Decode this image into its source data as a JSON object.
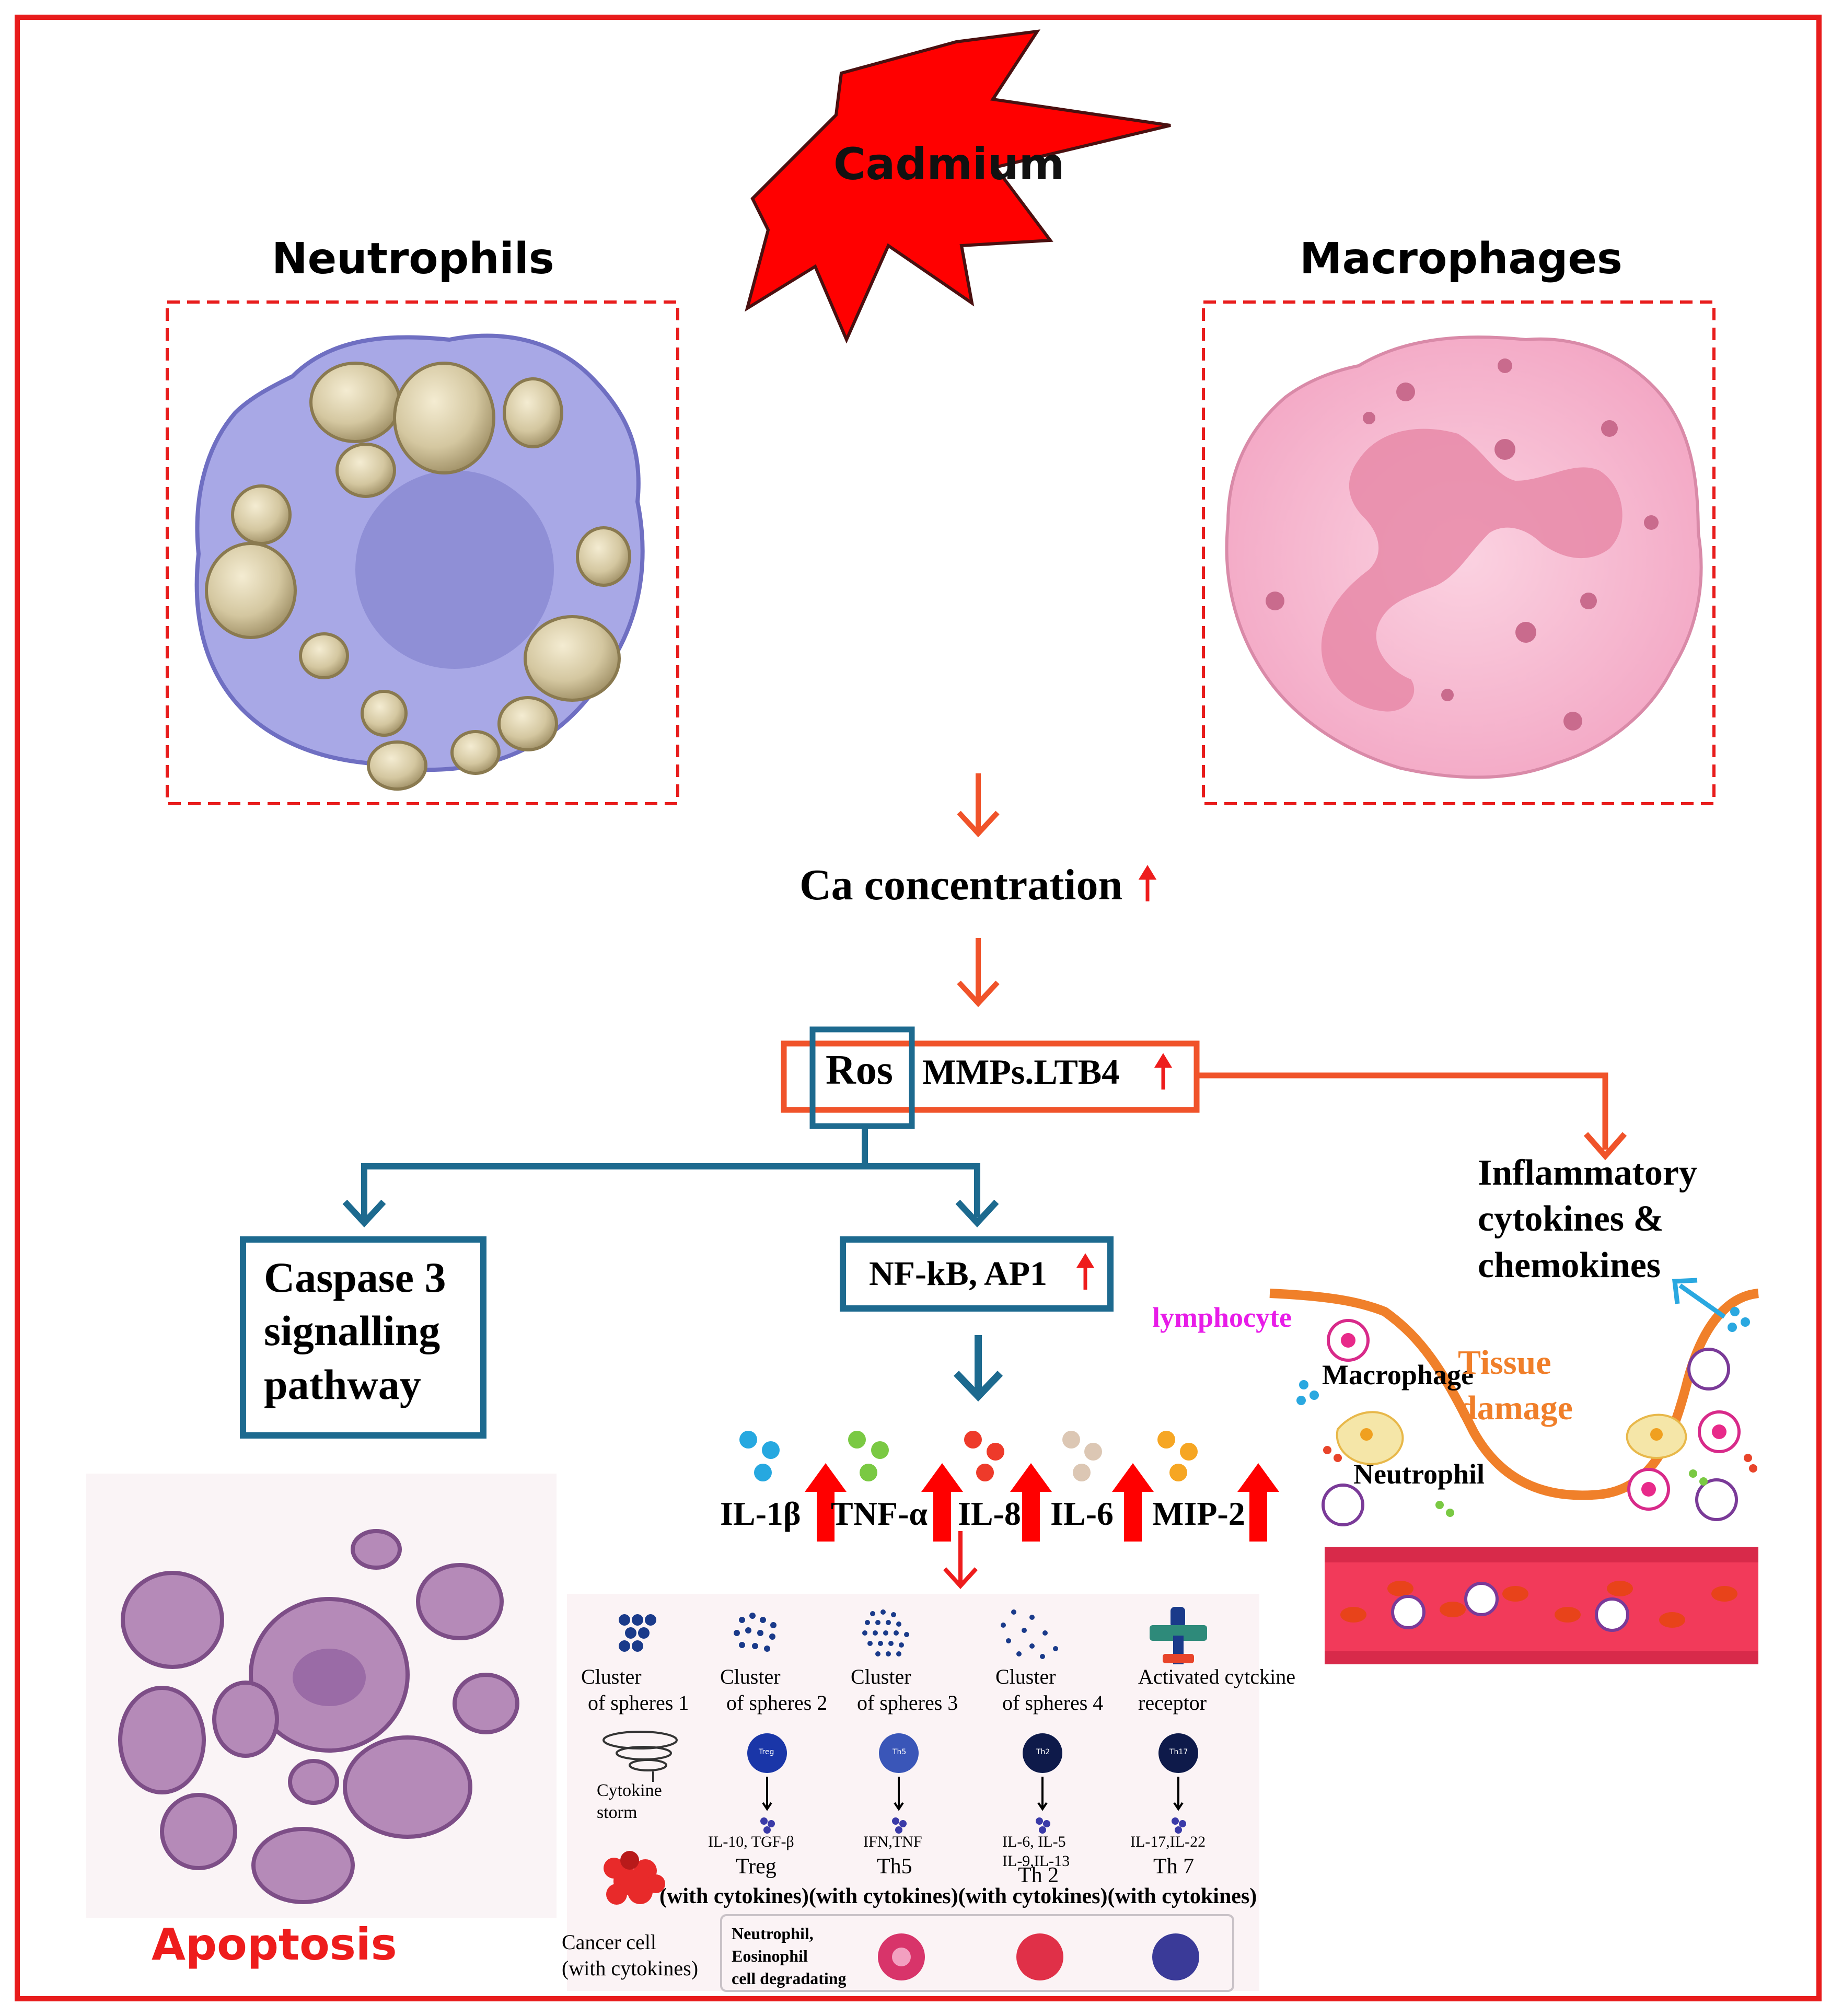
{
  "cadmium": "Cadmium",
  "neutrophils_title": "Neutrophils",
  "macrophages_title": "Macrophages",
  "ca_concentration": "Ca concentration",
  "ros": "Ros",
  "mmps_ltb4": "MMPs.LTB4",
  "caspase": {
    "line1": "Caspase 3",
    "line2": "signalling",
    "line3": "pathway"
  },
  "nfkb": "NF-kB, AP1",
  "inflammatory": {
    "line1": "Inflammatory",
    "line2": "cytokines &",
    "line3": "chemokines"
  },
  "tissue_panel": {
    "lymphocyte": "lymphocyte",
    "macrophage": "Macrophage",
    "tissue": "Tissue",
    "damage": "damage",
    "neutrophil": "Neutrophil"
  },
  "cytokines": [
    "IL-1β",
    "TNF-α",
    "IL-8",
    "IL-6",
    "MIP-2"
  ],
  "apoptosis": "Apoptosis",
  "legend": {
    "clusters": [
      {
        "line1": "Cluster",
        "line2": "of spheres 1"
      },
      {
        "line1": "Cluster",
        "line2": "of spheres 2"
      },
      {
        "line1": "Cluster",
        "line2": "of spheres 3"
      },
      {
        "line1": "Cluster",
        "line2": "of spheres 4"
      },
      {
        "line1": "Activated cytckine",
        "line2": "receptor"
      }
    ],
    "storm": {
      "line1": "Cytokine",
      "line2": "storm"
    },
    "tcells": [
      {
        "badge": "Treg",
        "cytokines": "IL-10, TGF-β",
        "cytokines2": "",
        "name": "Treg"
      },
      {
        "badge": "Th5",
        "cytokines": "IFN,TNF",
        "cytokines2": "",
        "name": "Th5"
      },
      {
        "badge": "Th2",
        "cytokines": "IL-6, IL-5",
        "cytokines2": "IL-9,IL-13",
        "name": "Th 2"
      },
      {
        "badge": "Th17",
        "cytokines": "IL-17,IL-22",
        "cytokines2": "",
        "name": "Th 7"
      }
    ],
    "with_cytokines": "(with cytokines)(with cytokines)(with cytokines)(with cytokines)",
    "cancer": {
      "line1": "Cancer cell",
      "line2": "(with cytokines)"
    },
    "degrading": {
      "line1": "Neutrophil,",
      "line2": "Eosinophil",
      "line3": "cell degradating"
    }
  },
  "colors": {
    "red": "#ee1c1c",
    "orange": "#f0532a",
    "blue": "#1d6a8f",
    "magenta": "#e81ce8",
    "tissue_orange": "#f07f2a"
  }
}
